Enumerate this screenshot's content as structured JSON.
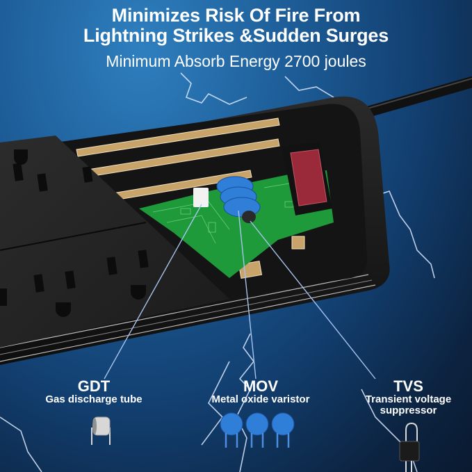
{
  "header": {
    "headline_line1": "Minimizes Risk Of Fire From",
    "headline_line2": "Lightning Strikes &Sudden Surges",
    "subline": "Minimum Absorb Energy 2700 joules"
  },
  "components": [
    {
      "abbr": "GDT",
      "name": "Gas discharge tube",
      "icon": "gas-discharge-tube-icon"
    },
    {
      "abbr": "MOV",
      "name": "Metal oxide varistor",
      "icon": "varistor-icon"
    },
    {
      "abbr": "TVS",
      "name_line1": "Transient voltage",
      "name_line2": "suppressor",
      "icon": "tvs-diode-icon"
    }
  ],
  "colors": {
    "background_top": "#2f7fbf",
    "background_bottom": "#0c2340",
    "strip_body": "#1a1a1a",
    "pcb_green": "#1f9a3a",
    "mov_blue": "#2f7fd8",
    "switch_red": "#9a2a3a",
    "callout_line": "#a8c4ef",
    "text": "#ffffff"
  }
}
